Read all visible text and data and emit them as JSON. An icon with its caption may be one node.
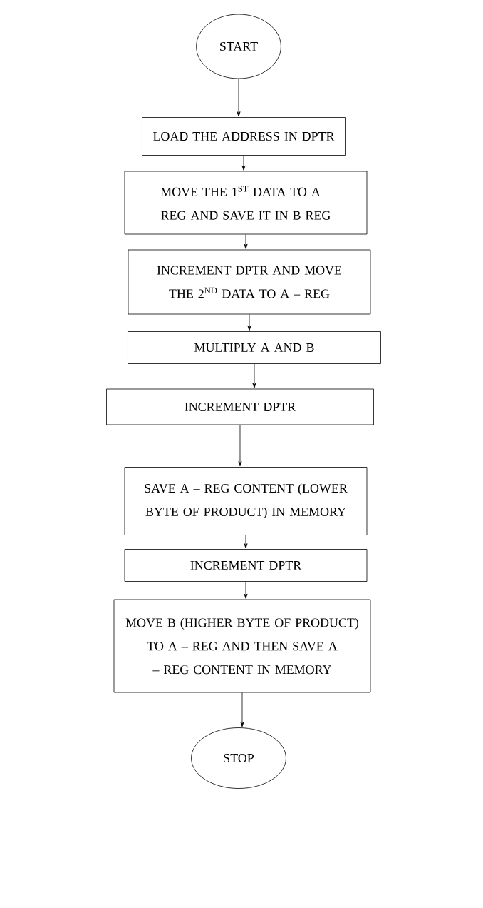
{
  "diagram": {
    "nodes": [
      {
        "text": [
          "START"
        ]
      },
      {
        "text": [
          "LOAD THE ADDRESS IN DPTR"
        ]
      },
      {
        "text": [
          "MOVE THE 1$^{ST}$ DATA TO A – REG AND SAVE IT IN B REG"
        ]
      },
      {
        "text": [
          "INCREMENT DPTR AND MOVE THE 2$^{ND}$ DATA TO A – REG"
        ]
      },
      {
        "text": [
          "MULTIPLY A AND B"
        ]
      },
      {
        "text": [
          "INCREMENT DPTR"
        ]
      },
      {
        "text": [
          "SAVE A – REG CONTENT (LOWER BYTE OF PRODUCT) IN MEMORY"
        ]
      },
      {
        "text": [
          "INCREMENT DPTR"
        ]
      },
      {
        "text": [
          "MOVE B (HIGHER BYTE OF PRODUCT) TO A – REG AND THEN SAVE A – REG CONTENT IN MEMORY"
        ]
      },
      {
        "text": [
          "STOP"
        ]
      }
    ],
    "edges": [
      {
        "from": 0,
        "to": 1,
        "arrow": "to"
      },
      {
        "from": 1,
        "to": 2,
        "arrow": "to"
      },
      {
        "from": 2,
        "to": 3,
        "arrow": "to"
      },
      {
        "from": 3,
        "to": 4,
        "arrow": "to"
      },
      {
        "from": 4,
        "to": 5,
        "arrow": "to"
      },
      {
        "from": 5,
        "to": 6,
        "arrow": "to"
      },
      {
        "from": 6,
        "to": 7,
        "arrow": "to"
      },
      {
        "from": 7,
        "to": 8,
        "arrow": "to"
      },
      {
        "from": 8,
        "to": 9,
        "arrow": "to"
      }
    ]
  }
}
